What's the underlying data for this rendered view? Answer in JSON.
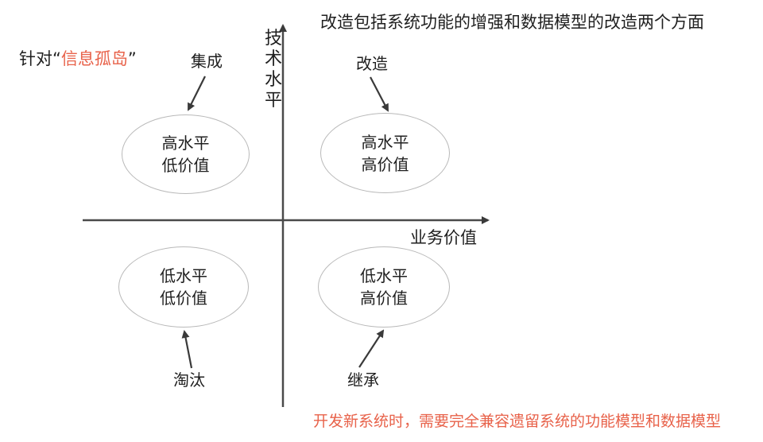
{
  "notes": {
    "top": "改造包括系统功能的增强和数据模型的改造两个方面",
    "left_prefix": "针对“",
    "left_highlight": "信息孤岛",
    "left_suffix": "”",
    "bottom": "开发新系统时，需要完全兼容遗留系统的功能模型和数据模型"
  },
  "axes": {
    "y_label": "技术水平",
    "x_label": "业务价值"
  },
  "quadrants": {
    "top_left": {
      "line1": "高水平",
      "line2": "低价值",
      "strategy": "集成"
    },
    "top_right": {
      "line1": "高水平",
      "line2": "高价值",
      "strategy": "改造"
    },
    "bottom_left": {
      "line1": "低水平",
      "line2": "低价值",
      "strategy": "淘汰"
    },
    "bottom_right": {
      "line1": "低水平",
      "line2": "高价值",
      "strategy": "继承"
    }
  },
  "colors": {
    "highlight": "#e8624a",
    "axis": "#4a4a4a",
    "ellipse_border": "#b9b9b9"
  }
}
